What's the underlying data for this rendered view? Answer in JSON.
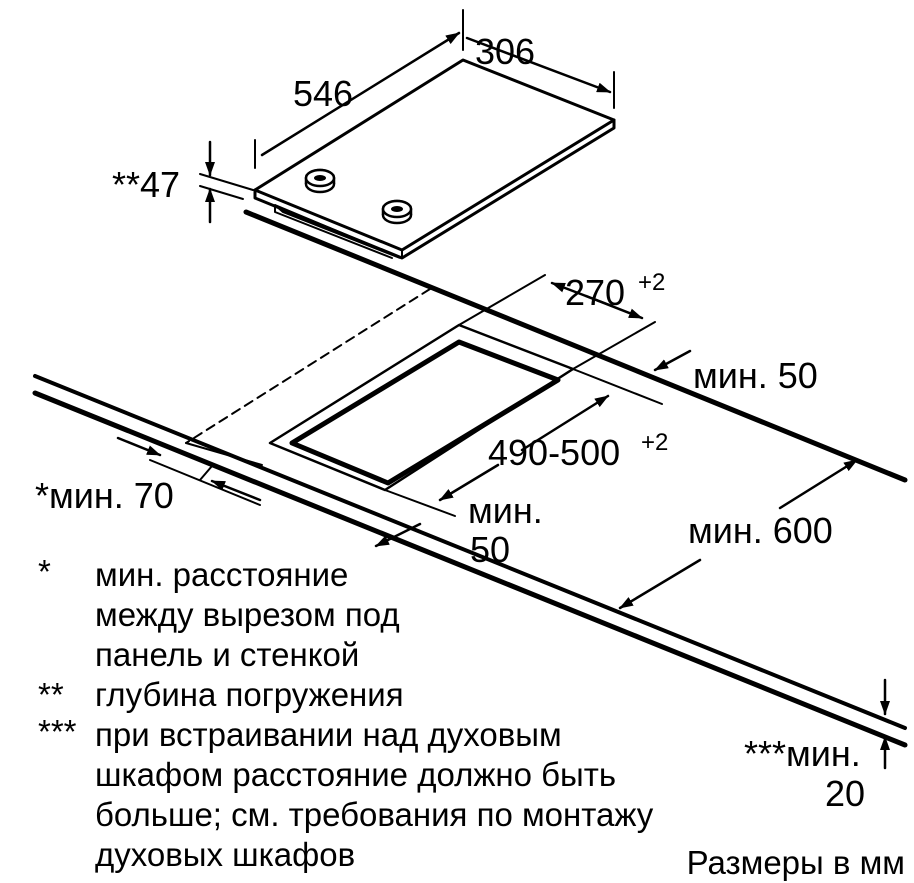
{
  "diagram": {
    "dims": {
      "width": "306",
      "length": "546",
      "depth_mark": "**47",
      "cutout_depth_value": "270",
      "cutout_depth_tol": "+2",
      "cutout_length_value": "490-500",
      "cutout_length_tol": "+2",
      "back_clear": "мин. 50",
      "side_clear": "*мин. 70",
      "front_clear_line1": "мин.",
      "front_clear_line2": "50",
      "wall_clear": "мин. 600",
      "oven_clear_line1": "***мин.",
      "oven_clear_line2": "20"
    },
    "notes": [
      {
        "mark": "*",
        "lines": [
          "мин. расстояние",
          "между вырезом под",
          "панель и стенкой"
        ]
      },
      {
        "mark": "**",
        "lines": [
          "глубина погружения"
        ]
      },
      {
        "mark": "***",
        "lines": [
          "при встраивании над духовым",
          "шкафом расстояние должно быть",
          "больше; см. требования по монтажу",
          "духовых шкафов"
        ]
      }
    ],
    "units": "Размеры в мм"
  }
}
